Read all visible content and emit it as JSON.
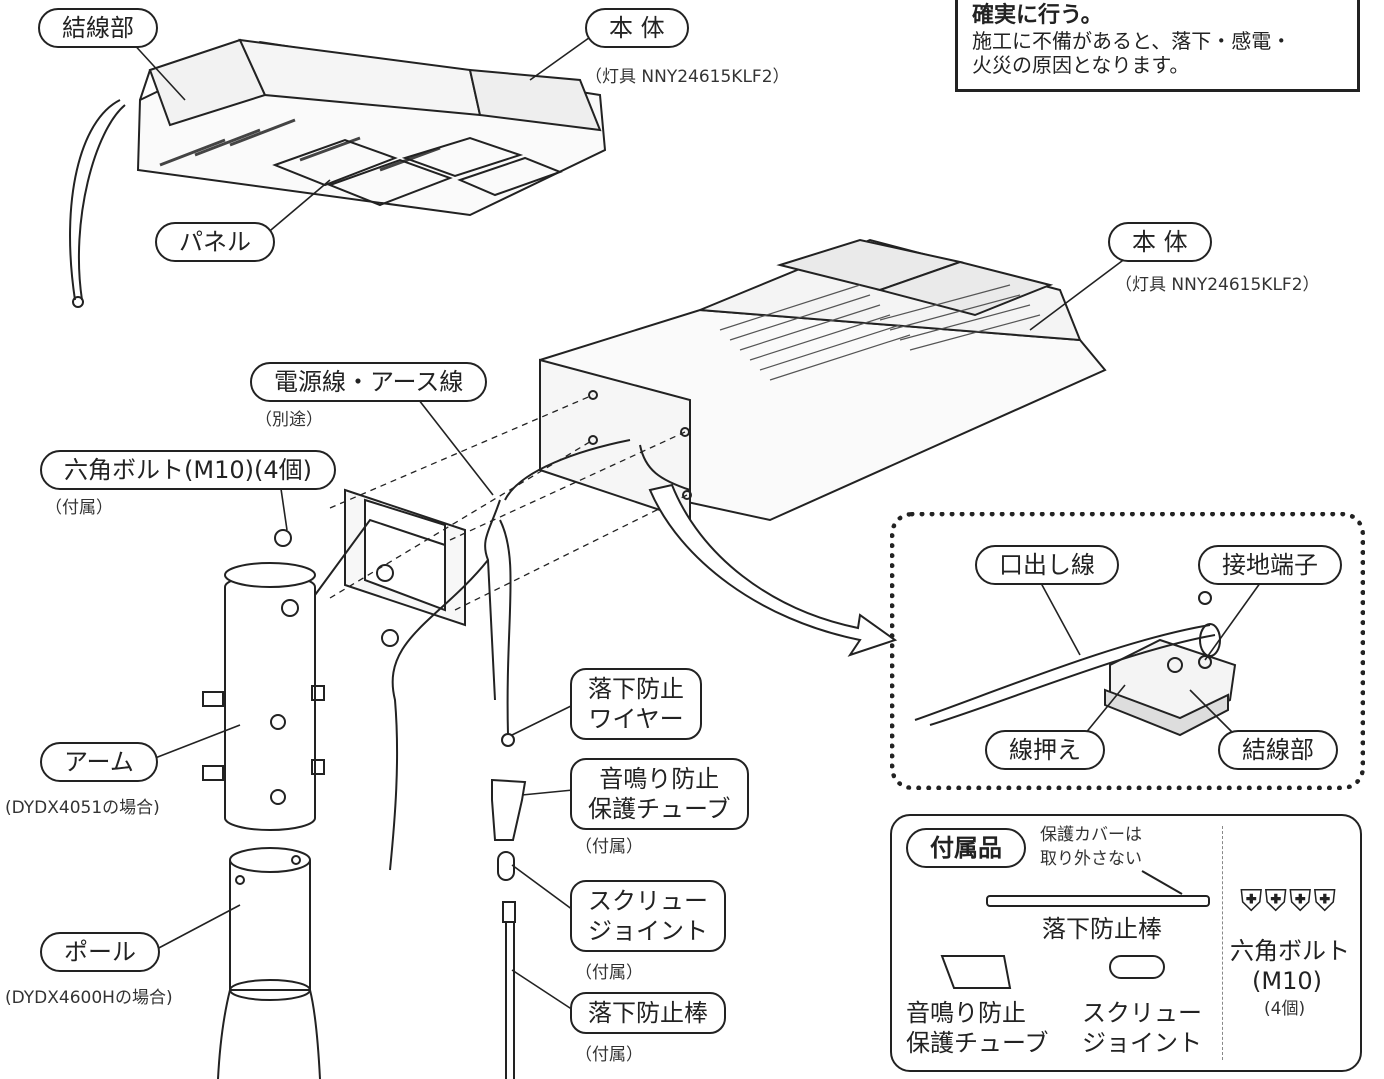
{
  "warning": {
    "heading": "確実に行う。",
    "body_line1": "施工に不備があると、落下・感電・",
    "body_line2": "火災の原因となります。"
  },
  "top_unit": {
    "wiring_label": "結線部",
    "body_label": "本 体",
    "body_note": "（灯具 NNY24615KLF2）",
    "panel_label": "パネル"
  },
  "main_unit": {
    "body_label": "本 体",
    "body_note": "（灯具 NNY24615KLF2）"
  },
  "parts": {
    "power_wire_label": "電源線・アース線",
    "power_wire_note": "（別途）",
    "hex_bolt_label": "六角ボルト(M10)(4個)",
    "hex_bolt_note": "（付属）",
    "arm_label": "アーム",
    "arm_note": "(DYDX4051の場合)",
    "pole_label": "ポール",
    "pole_note": "(DYDX4600Hの場合)",
    "fall_wire_line1": "落下防止",
    "fall_wire_line2": "ワイヤー",
    "tube_line1": "音鳴り防止",
    "tube_line2": "保護チューブ",
    "tube_note": "（付属）",
    "screw_line1": "スクリュー",
    "screw_line2": "ジョイント",
    "screw_note": "（付属）",
    "rod_label": "落下防止棒",
    "rod_note": "（付属）"
  },
  "detail": {
    "lead_wire_label": "口出し線",
    "ground_terminal_label": "接地端子",
    "clamp_label": "線押え",
    "wiring_label": "結線部"
  },
  "accessories": {
    "title": "付属品",
    "cover_note_line1": "保護カバーは",
    "cover_note_line2": "取り外さない",
    "rod": "落下防止棒",
    "tube_line1": "音鳴り防止",
    "tube_line2": "保護チューブ",
    "screw_line1": "スクリュー",
    "screw_line2": "ジョイント",
    "bolt_line1": "六角ボルト",
    "bolt_line2": "(M10)",
    "bolt_count": "(4個)"
  }
}
